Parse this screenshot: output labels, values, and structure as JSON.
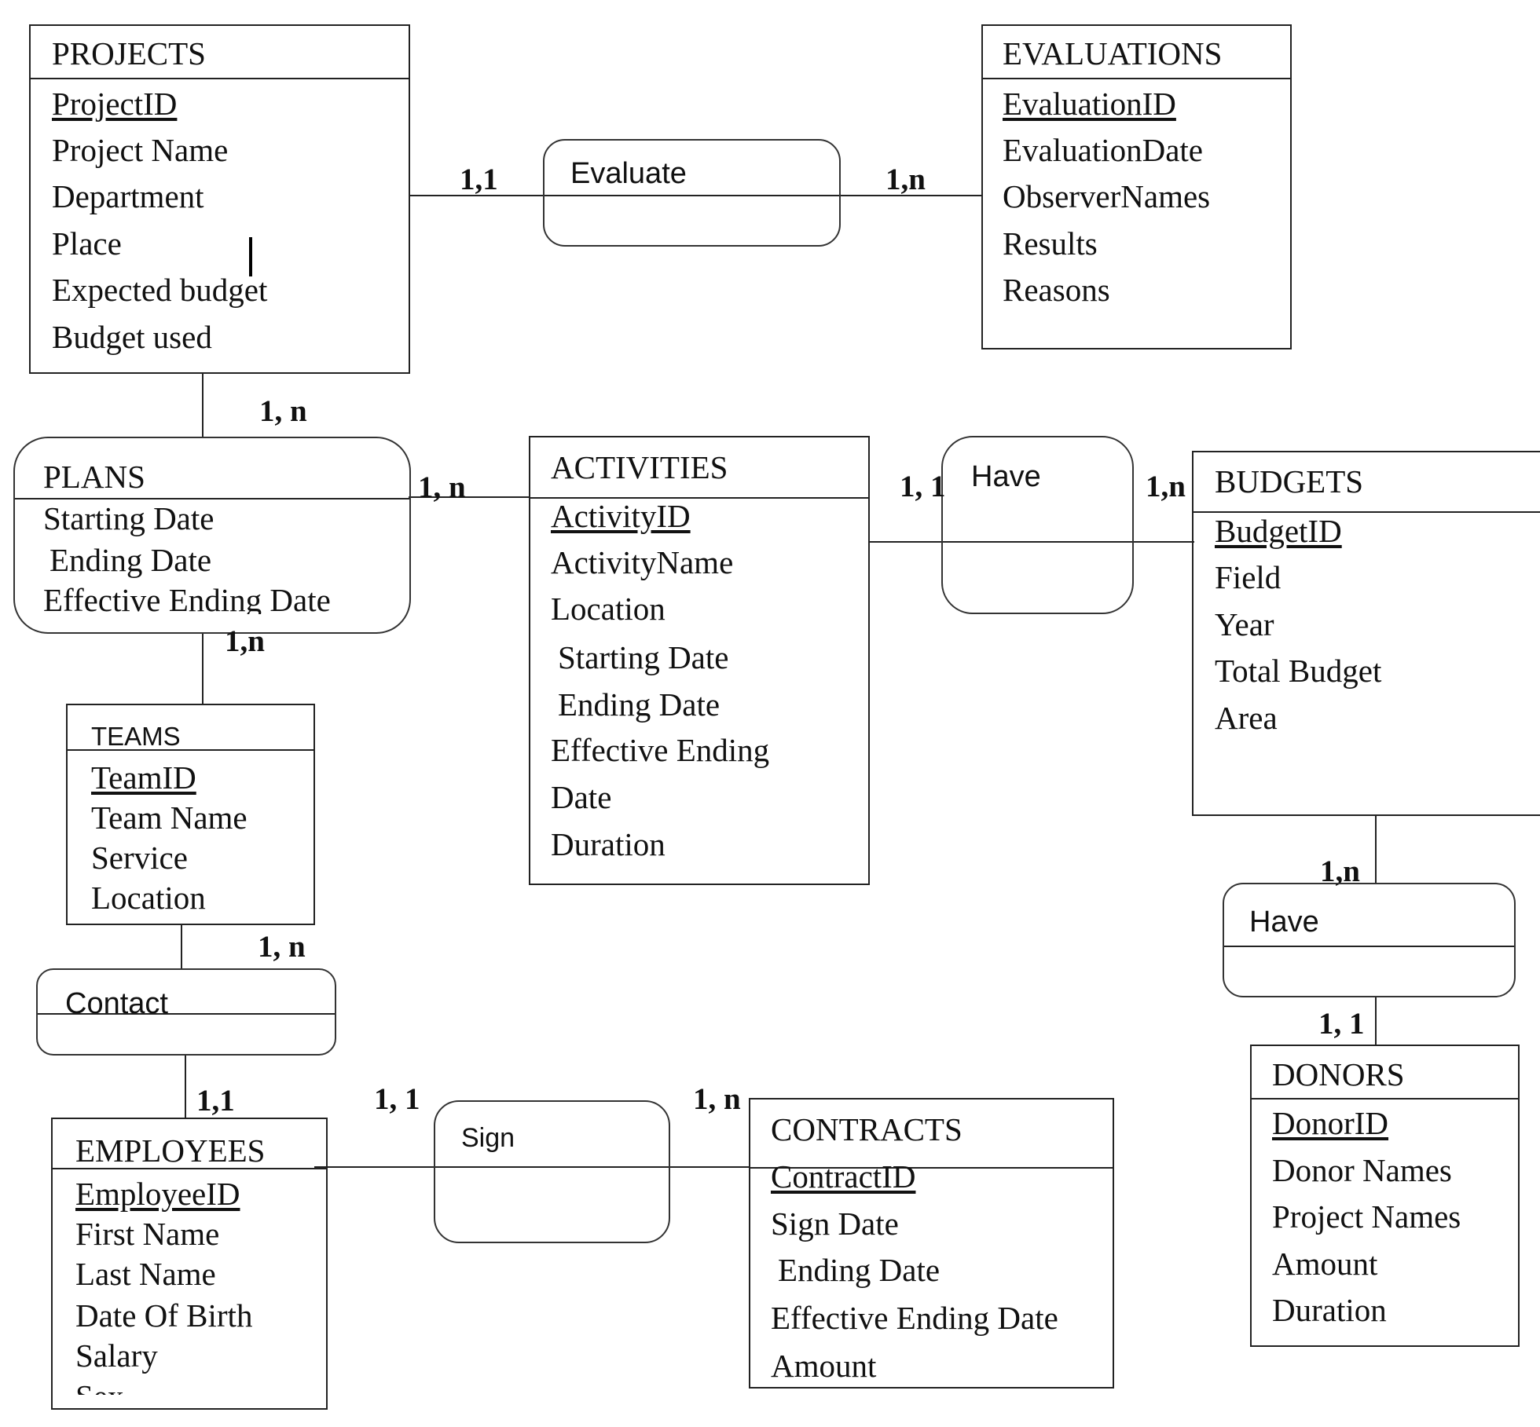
{
  "entities": {
    "projects": {
      "title": "PROJECTS",
      "attributes": [
        "ProjectID",
        "Project Name",
        "Department",
        "Place",
        "Expected budget",
        "Budget used"
      ]
    },
    "evaluations": {
      "title": "EVALUATIONS",
      "attributes": [
        "EvaluationID",
        "EvaluationDate",
        "ObserverNames",
        "Results",
        "Reasons"
      ]
    },
    "plans": {
      "title": "PLANS",
      "attributes": [
        "Starting Date",
        "Ending Date",
        "Effective Ending Date"
      ]
    },
    "activities": {
      "title": "ACTIVITIES",
      "attributes": [
        "ActivityID",
        "ActivityName",
        "Location",
        "Starting Date",
        "Ending Date",
        "Effective Ending",
        "Date",
        "Duration"
      ]
    },
    "budgets": {
      "title": "BUDGETS",
      "attributes": [
        "BudgetID",
        "Field",
        "Year",
        "Total Budget",
        "Area"
      ]
    },
    "teams": {
      "title": "TEAMS",
      "attributes": [
        "TeamID",
        "Team Name",
        "Service",
        "Location"
      ]
    },
    "employees": {
      "title": "EMPLOYEES",
      "attributes": [
        "EmployeeID",
        "First Name",
        "Last Name",
        "Date Of Birth",
        "Salary",
        "Sex"
      ]
    },
    "contracts": {
      "title": "CONTRACTS",
      "attributes": [
        "ContractID",
        "Sign Date",
        "Ending Date",
        "Effective Ending Date",
        "Amount"
      ]
    },
    "donors": {
      "title": "DONORS",
      "attributes": [
        "DonorID",
        "Donor Names",
        "Project Names",
        "Amount",
        "Duration"
      ]
    }
  },
  "relationships": {
    "evaluate": "Evaluate",
    "have_activities": "Have",
    "contact": "Contact",
    "sign": "Sign",
    "have_donors": "Have"
  },
  "cardinalities": {
    "projects_evaluate": "1,1",
    "evaluations_evaluate": "1,n",
    "projects_plans": "1, n",
    "plans_activities": "1, n",
    "activities_have": "1, 1",
    "budgets_have": "1,n",
    "plans_teams": "1,n",
    "teams_contact": "1, n",
    "employees_contact": "1,1",
    "employees_sign": "1, 1",
    "contracts_sign": "1, n",
    "budgets_have_donors": "1,n",
    "donors_have": "1, 1"
  }
}
